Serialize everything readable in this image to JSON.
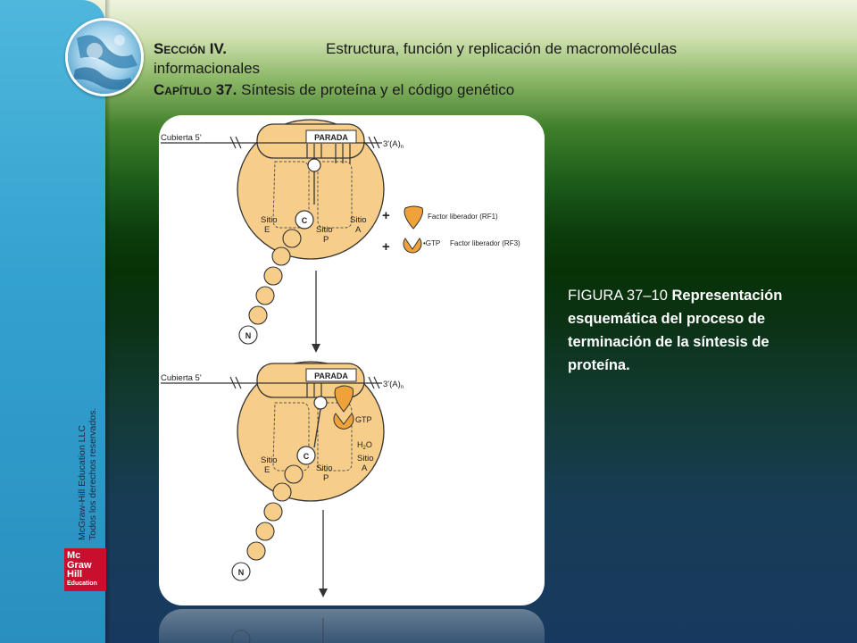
{
  "header": {
    "section_label": "Sección IV.",
    "section_title": "Estructura, función y replicación de macromoléculas",
    "section_title_cont": "informacionales",
    "chapter_label": "Capítulo",
    "chapter_number": "37.",
    "chapter_title": "Síntesis de proteína y el código genético"
  },
  "figure": {
    "top": {
      "cap_label": "Cubierta 5'",
      "tail_label": "3'(A)",
      "tail_sub": "n",
      "stop_label": "PARADA",
      "site_e": [
        "Sitio",
        "E"
      ],
      "site_p": [
        "Sitio",
        "P"
      ],
      "site_a": [
        "Sitio",
        "A"
      ],
      "c_terminal": "C",
      "n_terminal": "N",
      "plus": "+",
      "rf1_label": "Factor liberador (RF1)",
      "rf3_gtp": "•GTP",
      "rf3_label": "Factor liberador (RF3)"
    },
    "bottom": {
      "cap_label": "Cubierta 5'",
      "tail_label": "3'(A)",
      "tail_sub": "n",
      "stop_label": "PARADA",
      "gtp_label": "GTP",
      "h2o_label": "H",
      "h2o_sub": "2",
      "h2o_end": "O",
      "site_e": [
        "Sitio",
        "E"
      ],
      "site_p": [
        "Sitio",
        "P"
      ],
      "site_a": [
        "Sitio",
        "A"
      ],
      "c_terminal": "C",
      "n_terminal": "N"
    }
  },
  "caption": {
    "figure_number": "FIGURA 37–10 ",
    "text": "Representación esquemática del proceso de terminación de la síntesis de proteína."
  },
  "copyright": {
    "line1": "McGraw-Hill Education LLC",
    "line2": "Todos los derechos reservados."
  },
  "logo": {
    "line1": "Mc",
    "line2": "Graw",
    "line3": "Hill",
    "line4": "Education"
  },
  "colors": {
    "ribosome": "#f7cd8a",
    "ribosome_stroke": "#333333",
    "factor": "#f0a23a",
    "sidebar": "#32a1cf",
    "logo_red": "#c8102e"
  }
}
